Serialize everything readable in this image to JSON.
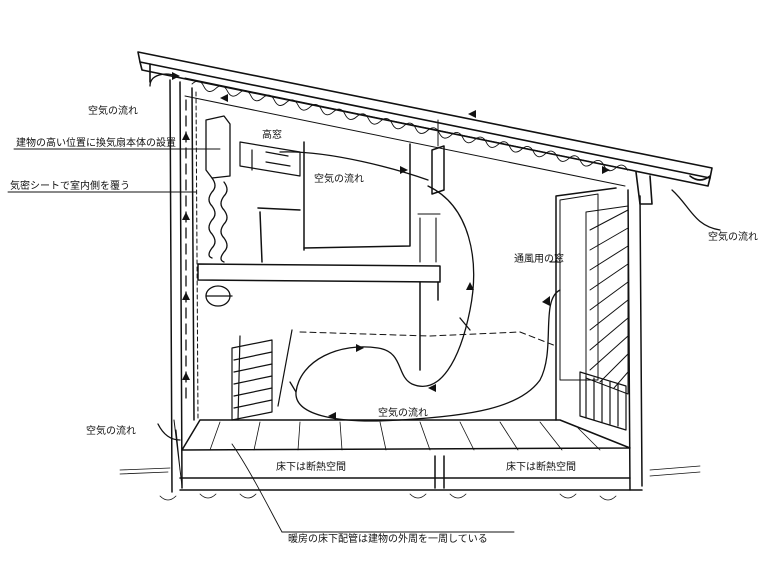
{
  "labels": {
    "air_flow_roof_left": "空気の流れ",
    "fan_position": "建物の高い位置に換気扇本体の設置",
    "high_window": "高窓",
    "airtight_sheet": "気密シートで室内側を覆う",
    "air_flow_upper": "空気の流れ",
    "air_flow_roof_right": "空気の流れ",
    "vent_window": "通風用の窓",
    "air_flow_wall_left": "空気の流れ",
    "air_flow_floor": "空気の流れ",
    "underfloor_left": "床下は断熱空間",
    "underfloor_right": "床下は断熱空間",
    "heating_pipe": "暖房の床下配管は建物の外周を一周している"
  },
  "colors": {
    "ink": "#111111",
    "paper": "#ffffff"
  }
}
